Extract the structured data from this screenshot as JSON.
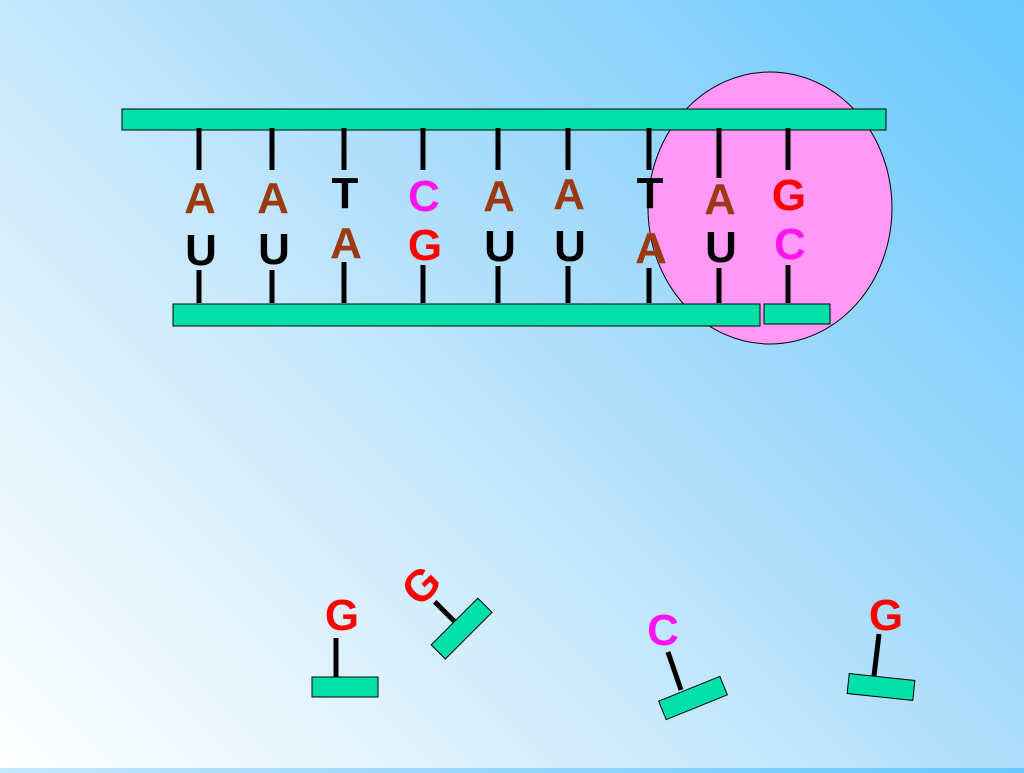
{
  "colors": {
    "strand": "#00e0a8",
    "bond": "#000000",
    "enzyme": "#ff99f5",
    "A": "#9b3a10",
    "T": "#000000",
    "U": "#000000",
    "C": "#ff14f0",
    "G": "#ff0000"
  },
  "enzyme": {
    "name": "enzyme-circle"
  },
  "template_bases": [
    "A",
    "A",
    "T",
    "C",
    "A",
    "A",
    "T",
    "A",
    "G"
  ],
  "paired_bases": [
    "U",
    "U",
    "A",
    "G",
    "U",
    "U",
    "A",
    "U",
    "C"
  ],
  "free_nucleotides": [
    "G",
    "G",
    "C",
    "G"
  ]
}
